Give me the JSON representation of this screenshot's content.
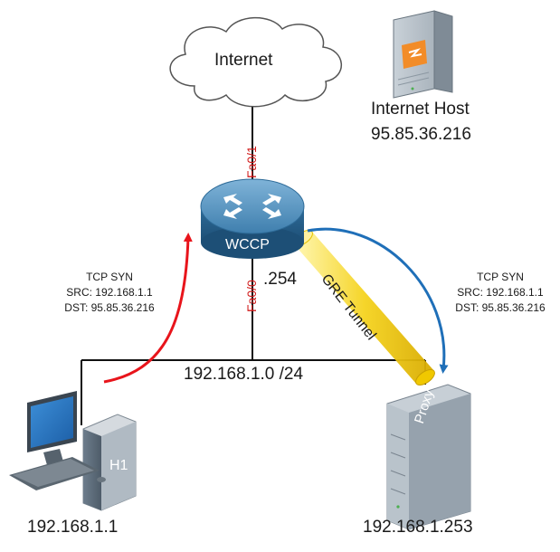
{
  "internet": {
    "label": "Internet"
  },
  "internet_host": {
    "name": "Internet Host",
    "ip": "95.85.36.216"
  },
  "router": {
    "label": "WCCP",
    "upper_interface": "Fa0/1",
    "lower_interface": "Fa0/0",
    "host_octet": ".254"
  },
  "lan": {
    "subnet": "192.168.1.0 /24"
  },
  "tunnel": {
    "label": "GRE Tunnel"
  },
  "h1": {
    "label": "H1",
    "ip": "192.168.1.1"
  },
  "proxy": {
    "label": "Proxy",
    "ip": "192.168.1.253"
  },
  "packet_left": {
    "line1": "TCP SYN",
    "line2": "SRC: 192.168.1.1",
    "line3": "DST: 95.85.36.216"
  },
  "packet_right": {
    "line1": "TCP SYN",
    "line2": "SRC: 192.168.1.1",
    "line3": "DST: 95.85.36.216"
  },
  "colors": {
    "red_arrow": "#e8141b",
    "blue_arrow": "#1f6fb8",
    "tunnel": "#f2d024",
    "interface_text": "#d11a1a",
    "router": "#2f6f9f"
  }
}
